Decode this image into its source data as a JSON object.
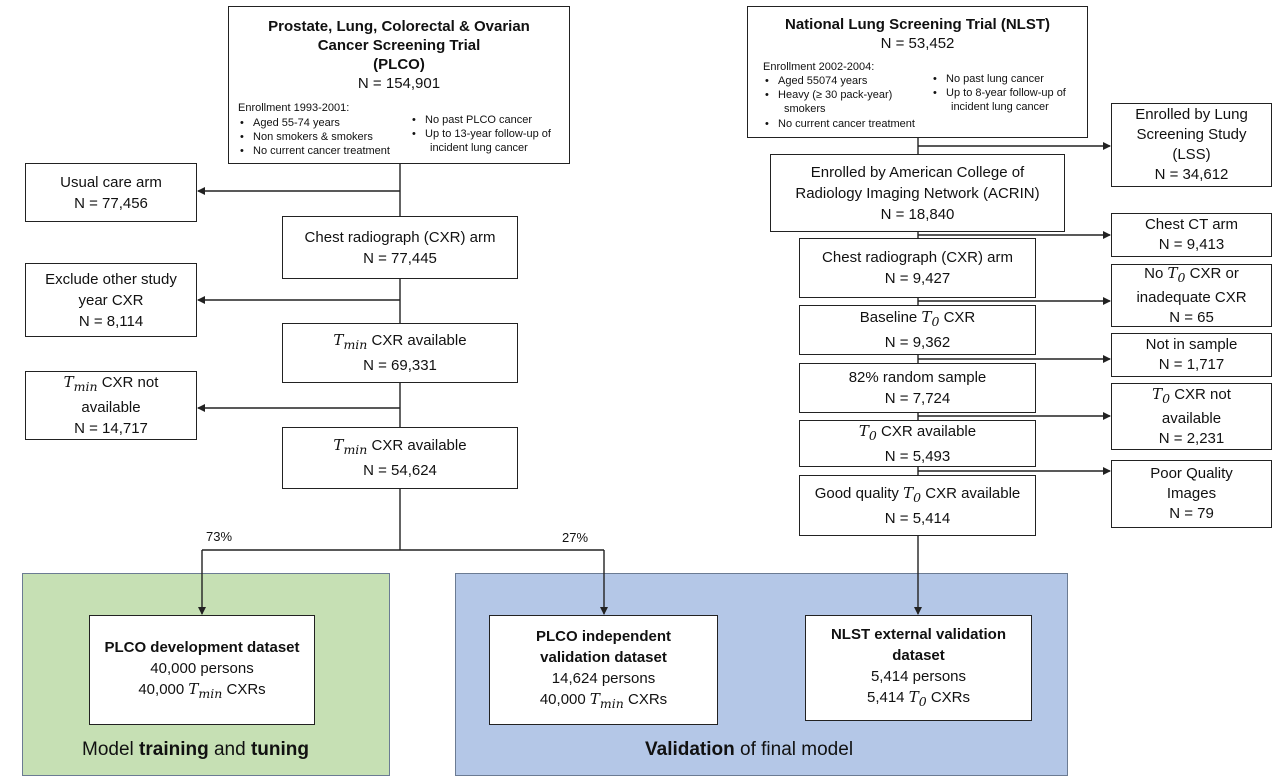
{
  "plco": {
    "title_lines": [
      "Prostate, Lung, Colorectal & Ovarian",
      "Cancer Screening Trial",
      "(PLCO)"
    ],
    "n": "N = 154,901",
    "enrollment": "Enrollment 1993-2001:",
    "criteria_left": [
      "Aged 55-74 years",
      "Non smokers & smokers",
      "No current cancer treatment"
    ],
    "criteria_right": [
      "No past PLCO cancer",
      "Up to 13-year follow-up of",
      "incident lung cancer"
    ]
  },
  "nlst": {
    "title": "National Lung Screening Trial (NLST)",
    "n": "N = 53,452",
    "enrollment": "Enrollment 2002-2004:",
    "criteria_left": [
      "Aged 55074 years",
      "Heavy (≥ 30 pack-year)",
      "smokers",
      "No current cancer treatment"
    ],
    "criteria_right": [
      "No past lung cancer",
      "Up to 8-year follow-up of",
      "incident lung cancer"
    ]
  },
  "left": {
    "usual_care": [
      "Usual care arm",
      "N = 77,456"
    ],
    "cxr_arm": [
      "Chest radiograph (CXR) arm",
      "N = 77,445"
    ],
    "exclude": [
      "Exclude other study",
      "year CXR",
      "N = 8,114"
    ],
    "tmin_avail_1": [
      " CXR available",
      "N = 69,331"
    ],
    "tmin_not": [
      " CXR not",
      "available",
      "N = 14,717"
    ],
    "tmin_avail_2": [
      " CXR available",
      "N = 54,624"
    ]
  },
  "right": {
    "lss": [
      "Enrolled by Lung",
      "Screening Study",
      "(LSS)",
      "N = 34,612"
    ],
    "acrin": [
      "Enrolled by American College of",
      "Radiology Imaging Network (ACRIN)",
      "N = 18,840"
    ],
    "ct_arm": [
      "Chest CT arm",
      "N = 9,413"
    ],
    "cxr_arm": [
      "Chest radiograph (CXR) arm",
      "N = 9,427"
    ],
    "no_t0": [
      "No ",
      " CXR or",
      "inadequate CXR",
      "N = 65"
    ],
    "baseline": [
      "Baseline ",
      " CXR",
      "N = 9,362"
    ],
    "not_sample": [
      "Not in sample",
      "N = 1,717"
    ],
    "random": [
      "82% random sample",
      "N = 7,724"
    ],
    "t0_not": [
      " CXR not",
      "available",
      "N = 2,231"
    ],
    "t0_avail": [
      " CXR available",
      "N = 5,493"
    ],
    "poor": [
      "Poor Quality",
      "Images",
      "N = 79"
    ],
    "good": [
      "Good quality ",
      " CXR available",
      "N = 5,414"
    ]
  },
  "math": {
    "tmin_base": "T",
    "tmin_sub": "min",
    "t0_base": "T",
    "t0_sub": "0"
  },
  "split": {
    "train_pct": "73%",
    "val_pct": "27%"
  },
  "outcomes": {
    "dev": {
      "title": "PLCO development dataset",
      "persons": "40,000 persons",
      "cxrs_pre": "40,000 ",
      "cxrs_post": " CXRs"
    },
    "indep": {
      "title_lines": [
        "PLCO independent",
        "validation dataset"
      ],
      "persons": "14,624 persons",
      "cxrs_pre": "40,000 ",
      "cxrs_post": " CXRs"
    },
    "nlst_ext": {
      "title_lines": [
        "NLST external validation",
        "dataset"
      ],
      "persons": "5,414 persons",
      "cxrs_pre": "5,414 ",
      "cxrs_post": " CXRs"
    }
  },
  "panels": {
    "train": {
      "pre": "Model ",
      "b1": "training",
      "mid": " and ",
      "b2": "tuning"
    },
    "val": {
      "b1": "Validation",
      "post": " of final model"
    }
  },
  "colors": {
    "train_bg": "#c6e0b4",
    "val_bg": "#b4c7e7",
    "line": "#222222"
  }
}
